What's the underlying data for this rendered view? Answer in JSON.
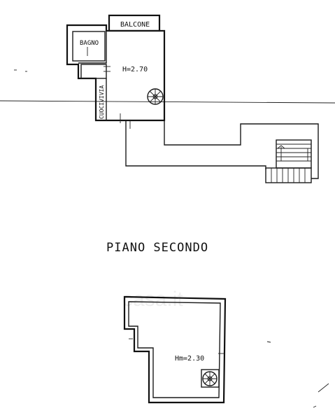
{
  "upper_plan": {
    "balcony_label": "BALCONE",
    "bathroom_label": "BAGNO",
    "height_label": "H=2.70",
    "crawlspace_label": "CUOCIVIVIA"
  },
  "section_title": "PIANO SECONDO",
  "lower_plan": {
    "height_label": "Hm=2.30"
  },
  "watermark": "casa.it"
}
